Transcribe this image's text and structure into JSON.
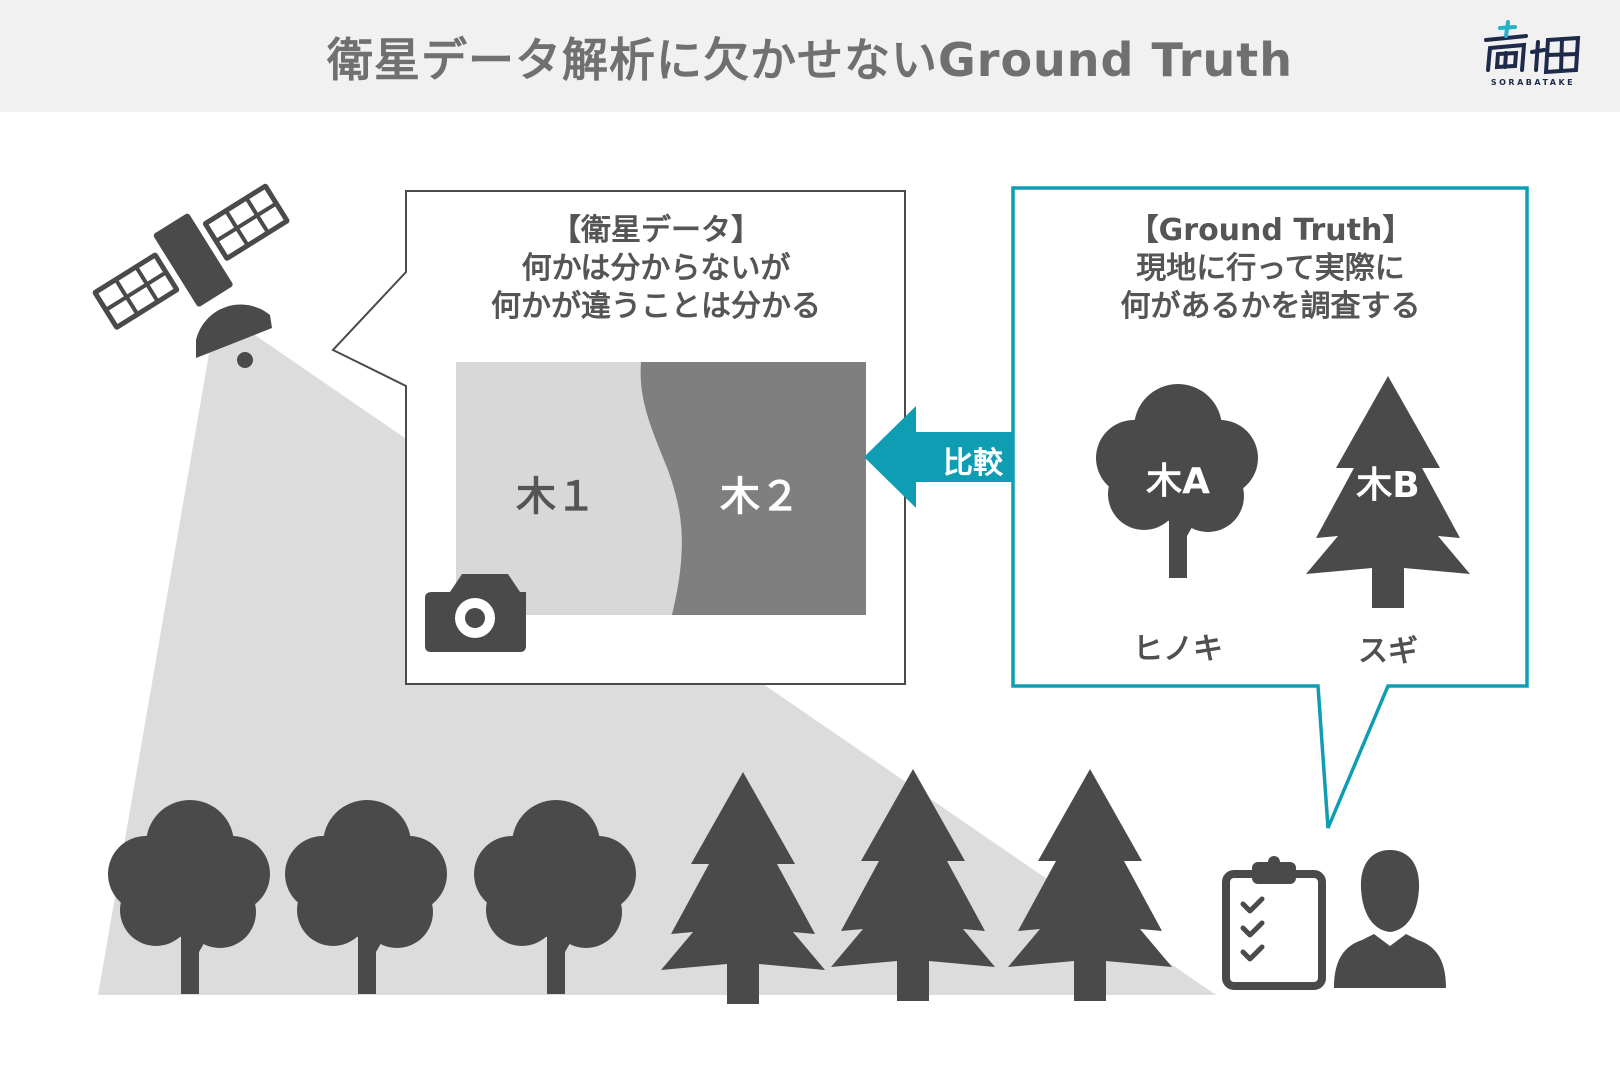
{
  "header": {
    "title": "衛星データ解析に欠かせないGround Truth",
    "logo_text": "SORABATAKE"
  },
  "satellite_bubble": {
    "title_lines": [
      "【衛星データ】",
      "何かは分からないが",
      "何かが違うことは分かる"
    ],
    "region_1_label": "木１",
    "region_2_label": "木２"
  },
  "compare_arrow": {
    "label": "比較"
  },
  "ground_truth_bubble": {
    "title_lines": [
      "【Ground Truth】",
      "現地に行って実際に",
      "何があるかを調査する"
    ],
    "tree_a_label": "木A",
    "tree_b_label": "木B",
    "tree_a_caption": "ヒノキ",
    "tree_b_caption": "スギ"
  },
  "colors": {
    "header_bg": "#f1f1f1",
    "dark_icon": "#4a4a4a",
    "beam": "#dcdcdc",
    "accent_teal": "#0e9db3",
    "region_1": "#d8d8d8",
    "region_2": "#7f7f7f"
  }
}
